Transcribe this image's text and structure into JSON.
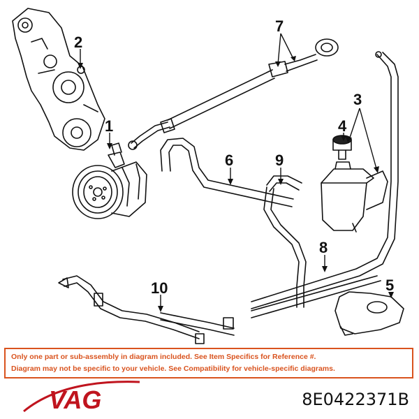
{
  "callouts": [
    "1",
    "2",
    "3",
    "4",
    "5",
    "6",
    "7",
    "8",
    "9",
    "10"
  ],
  "notice": {
    "line1": "Only one part or sub-assembly in diagram included. See Item Specifics for Reference #.",
    "line2": "Diagram may not be specific to your vehicle. See Compatibility for vehicle-specific diagrams."
  },
  "brand": {
    "name": "VAG",
    "color": "#c0141e"
  },
  "part_number": "8E0422371B",
  "colors": {
    "notice_border": "#d9531e",
    "notice_text": "#d9531e"
  }
}
